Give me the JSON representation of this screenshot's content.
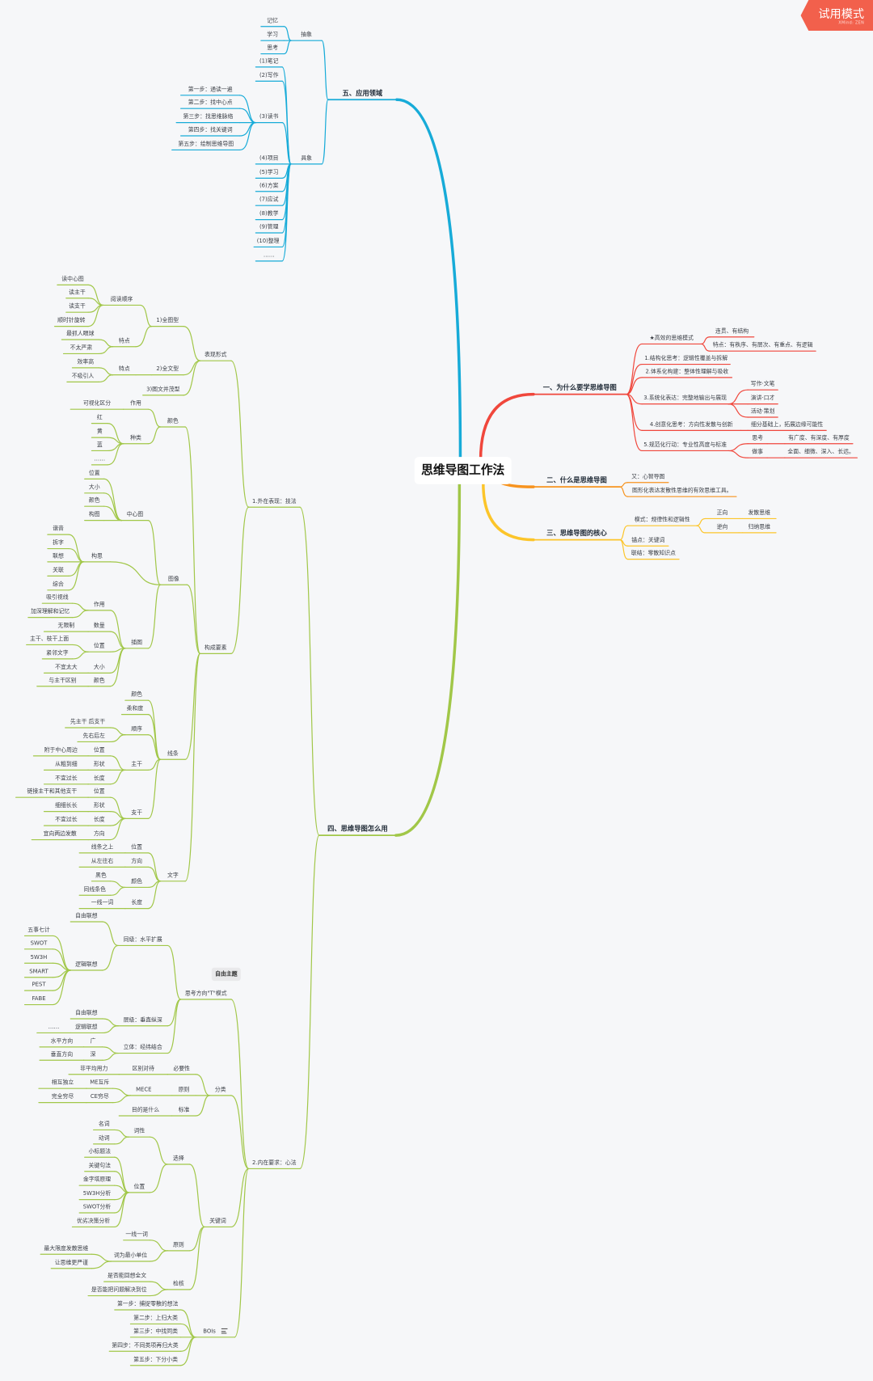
{
  "watermark": {
    "label": "试用模式",
    "brand": "XMind: ZEN"
  },
  "root": {
    "label": "思维导图工作法"
  },
  "floating_topic": {
    "label": "自由主题"
  },
  "branches": [
    {
      "label": "一、为什么要学思维导图",
      "color": "#f0473c",
      "children": [
        {
          "label": "★高效的思维模式",
          "children": [
            {
              "label": "连贯、有结构"
            },
            {
              "label": "特点：有秩序、有层次、有重点、有逻辑"
            }
          ]
        },
        {
          "label": "1.结构化思考：逻辑性覆盖与拆解"
        },
        {
          "label": "2.体系化构建：整体性理解与吸收"
        },
        {
          "label": "3.系统化表达：完整地输出与展现",
          "children": [
            {
              "label": "写作·文笔"
            },
            {
              "label": "演讲·口才"
            },
            {
              "label": "活动·策划"
            }
          ]
        },
        {
          "label": "4.创意化思考：方向性发散与创新",
          "children": [
            {
              "label": "细分基础上，拓展边缘可能性"
            }
          ]
        },
        {
          "label": "5.规范化行动：专业性高度与标准",
          "children": [
            {
              "label": "思考",
              "children": [
                {
                  "label": "有广度、有深度、有厚度"
                }
              ]
            },
            {
              "label": "做事",
              "children": [
                {
                  "label": "全面、细微、深入、长远。"
                }
              ]
            }
          ]
        }
      ]
    },
    {
      "label": "二、什么是思维导图",
      "color": "#f7931e",
      "children": [
        {
          "label": "又：心智导图"
        },
        {
          "label": "图形化表达发散性思维的有效思维工具。"
        }
      ]
    },
    {
      "label": "三、思维导图的核心",
      "color": "#fcc52a",
      "children": [
        {
          "label": "模式：规律性和逻辑性",
          "children": [
            {
              "label": "正向",
              "children": [
                {
                  "label": "发散思维"
                }
              ]
            },
            {
              "label": "逆向",
              "children": [
                {
                  "label": "归纳思维"
                }
              ]
            }
          ]
        },
        {
          "label": "锚点：关键词"
        },
        {
          "label": "联结：零散知识点"
        }
      ]
    },
    {
      "label": "四、思维导图怎么用",
      "color": "#a1c748",
      "children": [
        {
          "label": "1.外在表现：技法",
          "children": [
            {
              "label": "表现形式",
              "children": [
                {
                  "label": "1)全图型",
                  "children": [
                    {
                      "label": "阅读顺序",
                      "children": [
                        {
                          "label": "读中心图"
                        },
                        {
                          "label": "读主干"
                        },
                        {
                          "label": "读支干"
                        },
                        {
                          "label": "顺时针旋转"
                        }
                      ]
                    },
                    {
                      "label": "特点",
                      "children": [
                        {
                          "label": "最抓人眼球"
                        },
                        {
                          "label": "不太严肃"
                        }
                      ]
                    }
                  ]
                },
                {
                  "label": "2)全文型",
                  "children": [
                    {
                      "label": "特点",
                      "children": [
                        {
                          "label": "效率高"
                        },
                        {
                          "label": "不吸引人"
                        }
                      ]
                    }
                  ]
                },
                {
                  "label": "3)图文并茂型"
                }
              ]
            },
            {
              "label": "构成要素",
              "children": [
                {
                  "label": "颜色",
                  "children": [
                    {
                      "label": "作用",
                      "children": [
                        {
                          "label": "可视化区分"
                        }
                      ]
                    },
                    {
                      "label": "种类",
                      "children": [
                        {
                          "label": "红"
                        },
                        {
                          "label": "黄"
                        },
                        {
                          "label": "蓝"
                        },
                        {
                          "label": "……"
                        }
                      ]
                    }
                  ]
                },
                {
                  "label": "图像",
                  "children": [
                    {
                      "label": "中心图",
                      "children": [
                        {
                          "label": "位置"
                        },
                        {
                          "label": "大小"
                        },
                        {
                          "label": "颜色"
                        },
                        {
                          "label": "构图"
                        }
                      ]
                    },
                    {
                      "label": "构思",
                      "children": [
                        {
                          "label": "谐音"
                        },
                        {
                          "label": "拆字"
                        },
                        {
                          "label": "联想"
                        },
                        {
                          "label": "关联"
                        },
                        {
                          "label": "综合"
                        }
                      ]
                    },
                    {
                      "label": "插图",
                      "children": [
                        {
                          "label": "作用",
                          "children": [
                            {
                              "label": "吸引视线"
                            },
                            {
                              "label": "加深理解和记忆"
                            }
                          ]
                        },
                        {
                          "label": "数量",
                          "children": [
                            {
                              "label": "无限制"
                            }
                          ]
                        },
                        {
                          "label": "位置",
                          "children": [
                            {
                              "label": "主干、枝干上面"
                            },
                            {
                              "label": "紧邻文字"
                            }
                          ]
                        },
                        {
                          "label": "大小",
                          "children": [
                            {
                              "label": "不宜太大"
                            }
                          ]
                        },
                        {
                          "label": "颜色",
                          "children": [
                            {
                              "label": "与主干区别"
                            }
                          ]
                        }
                      ]
                    }
                  ]
                },
                {
                  "label": "线条",
                  "children": [
                    {
                      "label": "颜色"
                    },
                    {
                      "label": "柔和度"
                    },
                    {
                      "label": "顺序",
                      "children": [
                        {
                          "label": "先主干 后支干"
                        },
                        {
                          "label": "先右后左"
                        }
                      ]
                    },
                    {
                      "label": "主干",
                      "children": [
                        {
                          "label": "位置",
                          "children": [
                            {
                              "label": "附于中心周边"
                            }
                          ]
                        },
                        {
                          "label": "形状",
                          "children": [
                            {
                              "label": "从粗到细"
                            }
                          ]
                        },
                        {
                          "label": "长度",
                          "children": [
                            {
                              "label": "不宜过长"
                            }
                          ]
                        }
                      ]
                    },
                    {
                      "label": "支干",
                      "children": [
                        {
                          "label": "位置",
                          "children": [
                            {
                              "label": "链接主干和其他支干"
                            }
                          ]
                        },
                        {
                          "label": "形状",
                          "children": [
                            {
                              "label": "细细长长"
                            }
                          ]
                        },
                        {
                          "label": "长度",
                          "children": [
                            {
                              "label": "不宜过长"
                            }
                          ]
                        },
                        {
                          "label": "方向",
                          "children": [
                            {
                              "label": "宜向两边发散"
                            }
                          ]
                        }
                      ]
                    }
                  ]
                },
                {
                  "label": "文字",
                  "children": [
                    {
                      "label": "位置",
                      "children": [
                        {
                          "label": "线条之上"
                        }
                      ]
                    },
                    {
                      "label": "方向",
                      "children": [
                        {
                          "label": "从左往右"
                        }
                      ]
                    },
                    {
                      "label": "颜色",
                      "children": [
                        {
                          "label": "黑色"
                        },
                        {
                          "label": "同线条色"
                        }
                      ]
                    },
                    {
                      "label": "长度",
                      "children": [
                        {
                          "label": "一线一词"
                        }
                      ]
                    }
                  ]
                }
              ]
            }
          ]
        },
        {
          "label": "2.内在要求：心法",
          "children": [
            {
              "label": "思考方向\"T\"模式",
              "children": [
                {
                  "label": "同级：水平扩展",
                  "children": [
                    {
                      "label": "自由联想"
                    },
                    {
                      "label": "逻辑联想",
                      "children": [
                        {
                          "label": "五事七计"
                        },
                        {
                          "label": "SWOT"
                        },
                        {
                          "label": "5W3H"
                        },
                        {
                          "label": "SMART"
                        },
                        {
                          "label": "PEST"
                        },
                        {
                          "label": "FABE"
                        }
                      ]
                    }
                  ]
                },
                {
                  "label": "层级：垂直纵深",
                  "children": [
                    {
                      "label": "自由联想"
                    },
                    {
                      "label": "逻辑联想",
                      "children": [
                        {
                          "label": "……"
                        }
                      ]
                    }
                  ]
                },
                {
                  "label": "立体：经纬结合",
                  "children": [
                    {
                      "label": "广",
                      "children": [
                        {
                          "label": "水平方向"
                        }
                      ]
                    },
                    {
                      "label": "深",
                      "children": [
                        {
                          "label": "垂直方向"
                        }
                      ]
                    }
                  ]
                }
              ]
            },
            {
              "label": "分类",
              "children": [
                {
                  "label": "必要性",
                  "children": [
                    {
                      "label": "区别对待",
                      "children": [
                        {
                          "label": "非平均用力"
                        }
                      ]
                    }
                  ]
                },
                {
                  "label": "原则",
                  "children": [
                    {
                      "label": "MECE",
                      "children": [
                        {
                          "label": "ME互斥",
                          "children": [
                            {
                              "label": "相互独立"
                            }
                          ]
                        },
                        {
                          "label": "CE穷尽",
                          "children": [
                            {
                              "label": "完全穷尽"
                            }
                          ]
                        }
                      ]
                    }
                  ]
                },
                {
                  "label": "标准",
                  "children": [
                    {
                      "label": "目的是什么"
                    }
                  ]
                }
              ]
            },
            {
              "label": "关键词",
              "children": [
                {
                  "label": "选择",
                  "children": [
                    {
                      "label": "词性",
                      "children": [
                        {
                          "label": "名词"
                        },
                        {
                          "label": "动词"
                        }
                      ]
                    },
                    {
                      "label": "位置",
                      "children": [
                        {
                          "label": "小标题法"
                        },
                        {
                          "label": "关键句法"
                        },
                        {
                          "label": "金字塔原理"
                        },
                        {
                          "label": "5W3H分析"
                        },
                        {
                          "label": "SWOT分析"
                        },
                        {
                          "label": "优劣决策分析"
                        }
                      ]
                    }
                  ]
                },
                {
                  "label": "原则",
                  "children": [
                    {
                      "label": "一线一词"
                    },
                    {
                      "label": "词为最小单位",
                      "children": [
                        {
                          "label": "最大限度发散思维"
                        },
                        {
                          "label": "让思维更严谨"
                        }
                      ]
                    }
                  ]
                },
                {
                  "label": "检核",
                  "children": [
                    {
                      "label": "是否能回想全文"
                    },
                    {
                      "label": "是否能把问题解决到位"
                    }
                  ]
                }
              ]
            },
            {
              "label": "BOIs",
              "icon": "notes-icon",
              "children": [
                {
                  "label": "第一步：捕捉零散的想法"
                },
                {
                  "label": "第二步：上归大类"
                },
                {
                  "label": "第三步：中找同类"
                },
                {
                  "label": "第四步：不同类项再归大类"
                },
                {
                  "label": "第五步：下分小类"
                }
              ]
            }
          ]
        }
      ]
    },
    {
      "label": "五、应用领域",
      "color": "#17abd8",
      "children": [
        {
          "label": "抽象",
          "children": [
            {
              "label": "记忆"
            },
            {
              "label": "学习"
            },
            {
              "label": "思考"
            }
          ]
        },
        {
          "label": "具象",
          "children": [
            {
              "label": "(1)笔记"
            },
            {
              "label": "(2)写作"
            },
            {
              "label": "(3)读书",
              "children": [
                {
                  "label": "第一步：通读一遍"
                },
                {
                  "label": "第二步：找中心点"
                },
                {
                  "label": "第三步：找思维脉络"
                },
                {
                  "label": "第四步：找关键词"
                },
                {
                  "label": "第五步：绘制思维导图"
                }
              ]
            },
            {
              "label": "(4)项目"
            },
            {
              "label": "(5)学习"
            },
            {
              "label": "(6)方案"
            },
            {
              "label": "(7)应试"
            },
            {
              "label": "(8)教学"
            },
            {
              "label": "(9)管理"
            },
            {
              "label": "(10)整理"
            },
            {
              "label": "……"
            }
          ]
        }
      ]
    }
  ]
}
